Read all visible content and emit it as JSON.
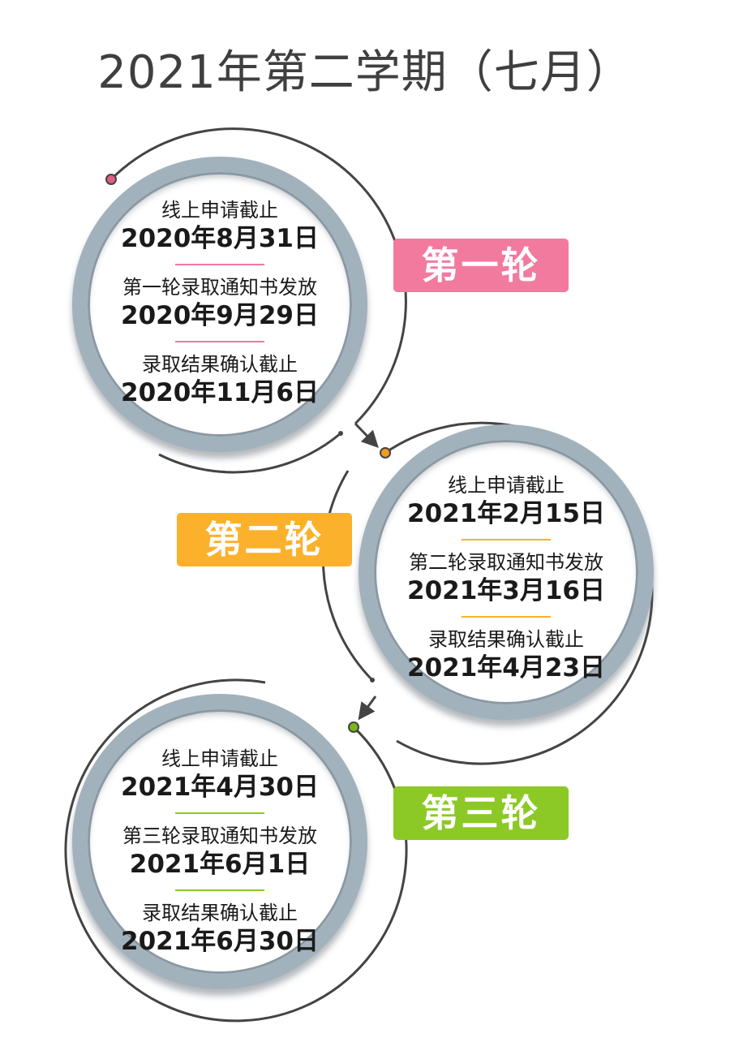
{
  "title": "2021年第二学期（七月）",
  "rounds": [
    {
      "badge": "第一轮",
      "color": "#f27a9f",
      "dot_color": "#e05d84",
      "items": [
        {
          "label": "线上申请截止",
          "date": "2020年8月31日"
        },
        {
          "label": "第一轮录取通知书发放",
          "date": "2020年9月29日"
        },
        {
          "label": "录取结果确认截止",
          "date": "2020年11月6日"
        }
      ]
    },
    {
      "badge": "第二轮",
      "color": "#fbb12b",
      "dot_color": "#f29c1b",
      "items": [
        {
          "label": "线上申请截止",
          "date": "2021年2月15日"
        },
        {
          "label": "第二轮录取通知书发放",
          "date": "2021年3月16日"
        },
        {
          "label": "录取结果确认截止",
          "date": "2021年4月23日"
        }
      ]
    },
    {
      "badge": "第三轮",
      "color": "#8cc926",
      "dot_color": "#7ab51e",
      "items": [
        {
          "label": "线上申请截止",
          "date": "2021年4月30日"
        },
        {
          "label": "第三轮录取通知书发放",
          "date": "2021年6月1日"
        },
        {
          "label": "录取结果确认截止",
          "date": "2021年6月30日"
        }
      ]
    }
  ]
}
